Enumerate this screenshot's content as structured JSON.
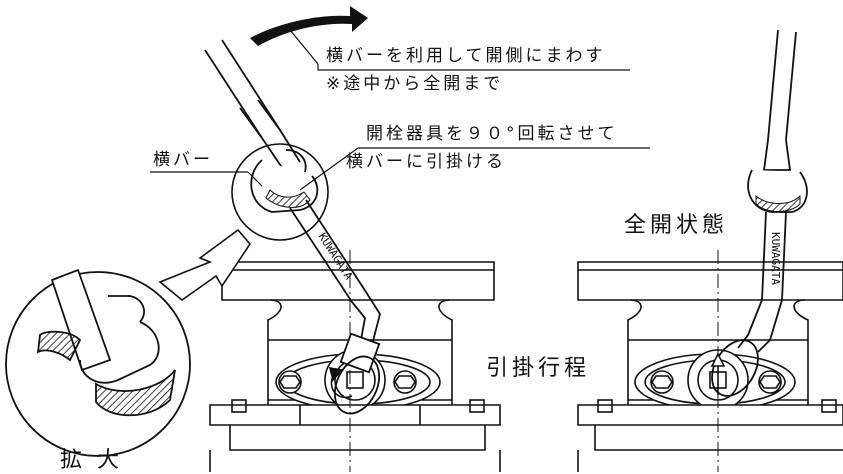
{
  "labels": {
    "turn_instruction": "横バーを利用して開側にまわす",
    "turn_note": "※途中から全開まで",
    "rotate_instruction": "開栓器具を９０°回転させて",
    "hook_instruction": "横バーに引掛ける",
    "side_bar": "横バー",
    "fully_open": "全開状態",
    "hook_stroke": "引掛行程",
    "enlarge": "拡 大",
    "tool_brand": "KUWAGATA"
  }
}
